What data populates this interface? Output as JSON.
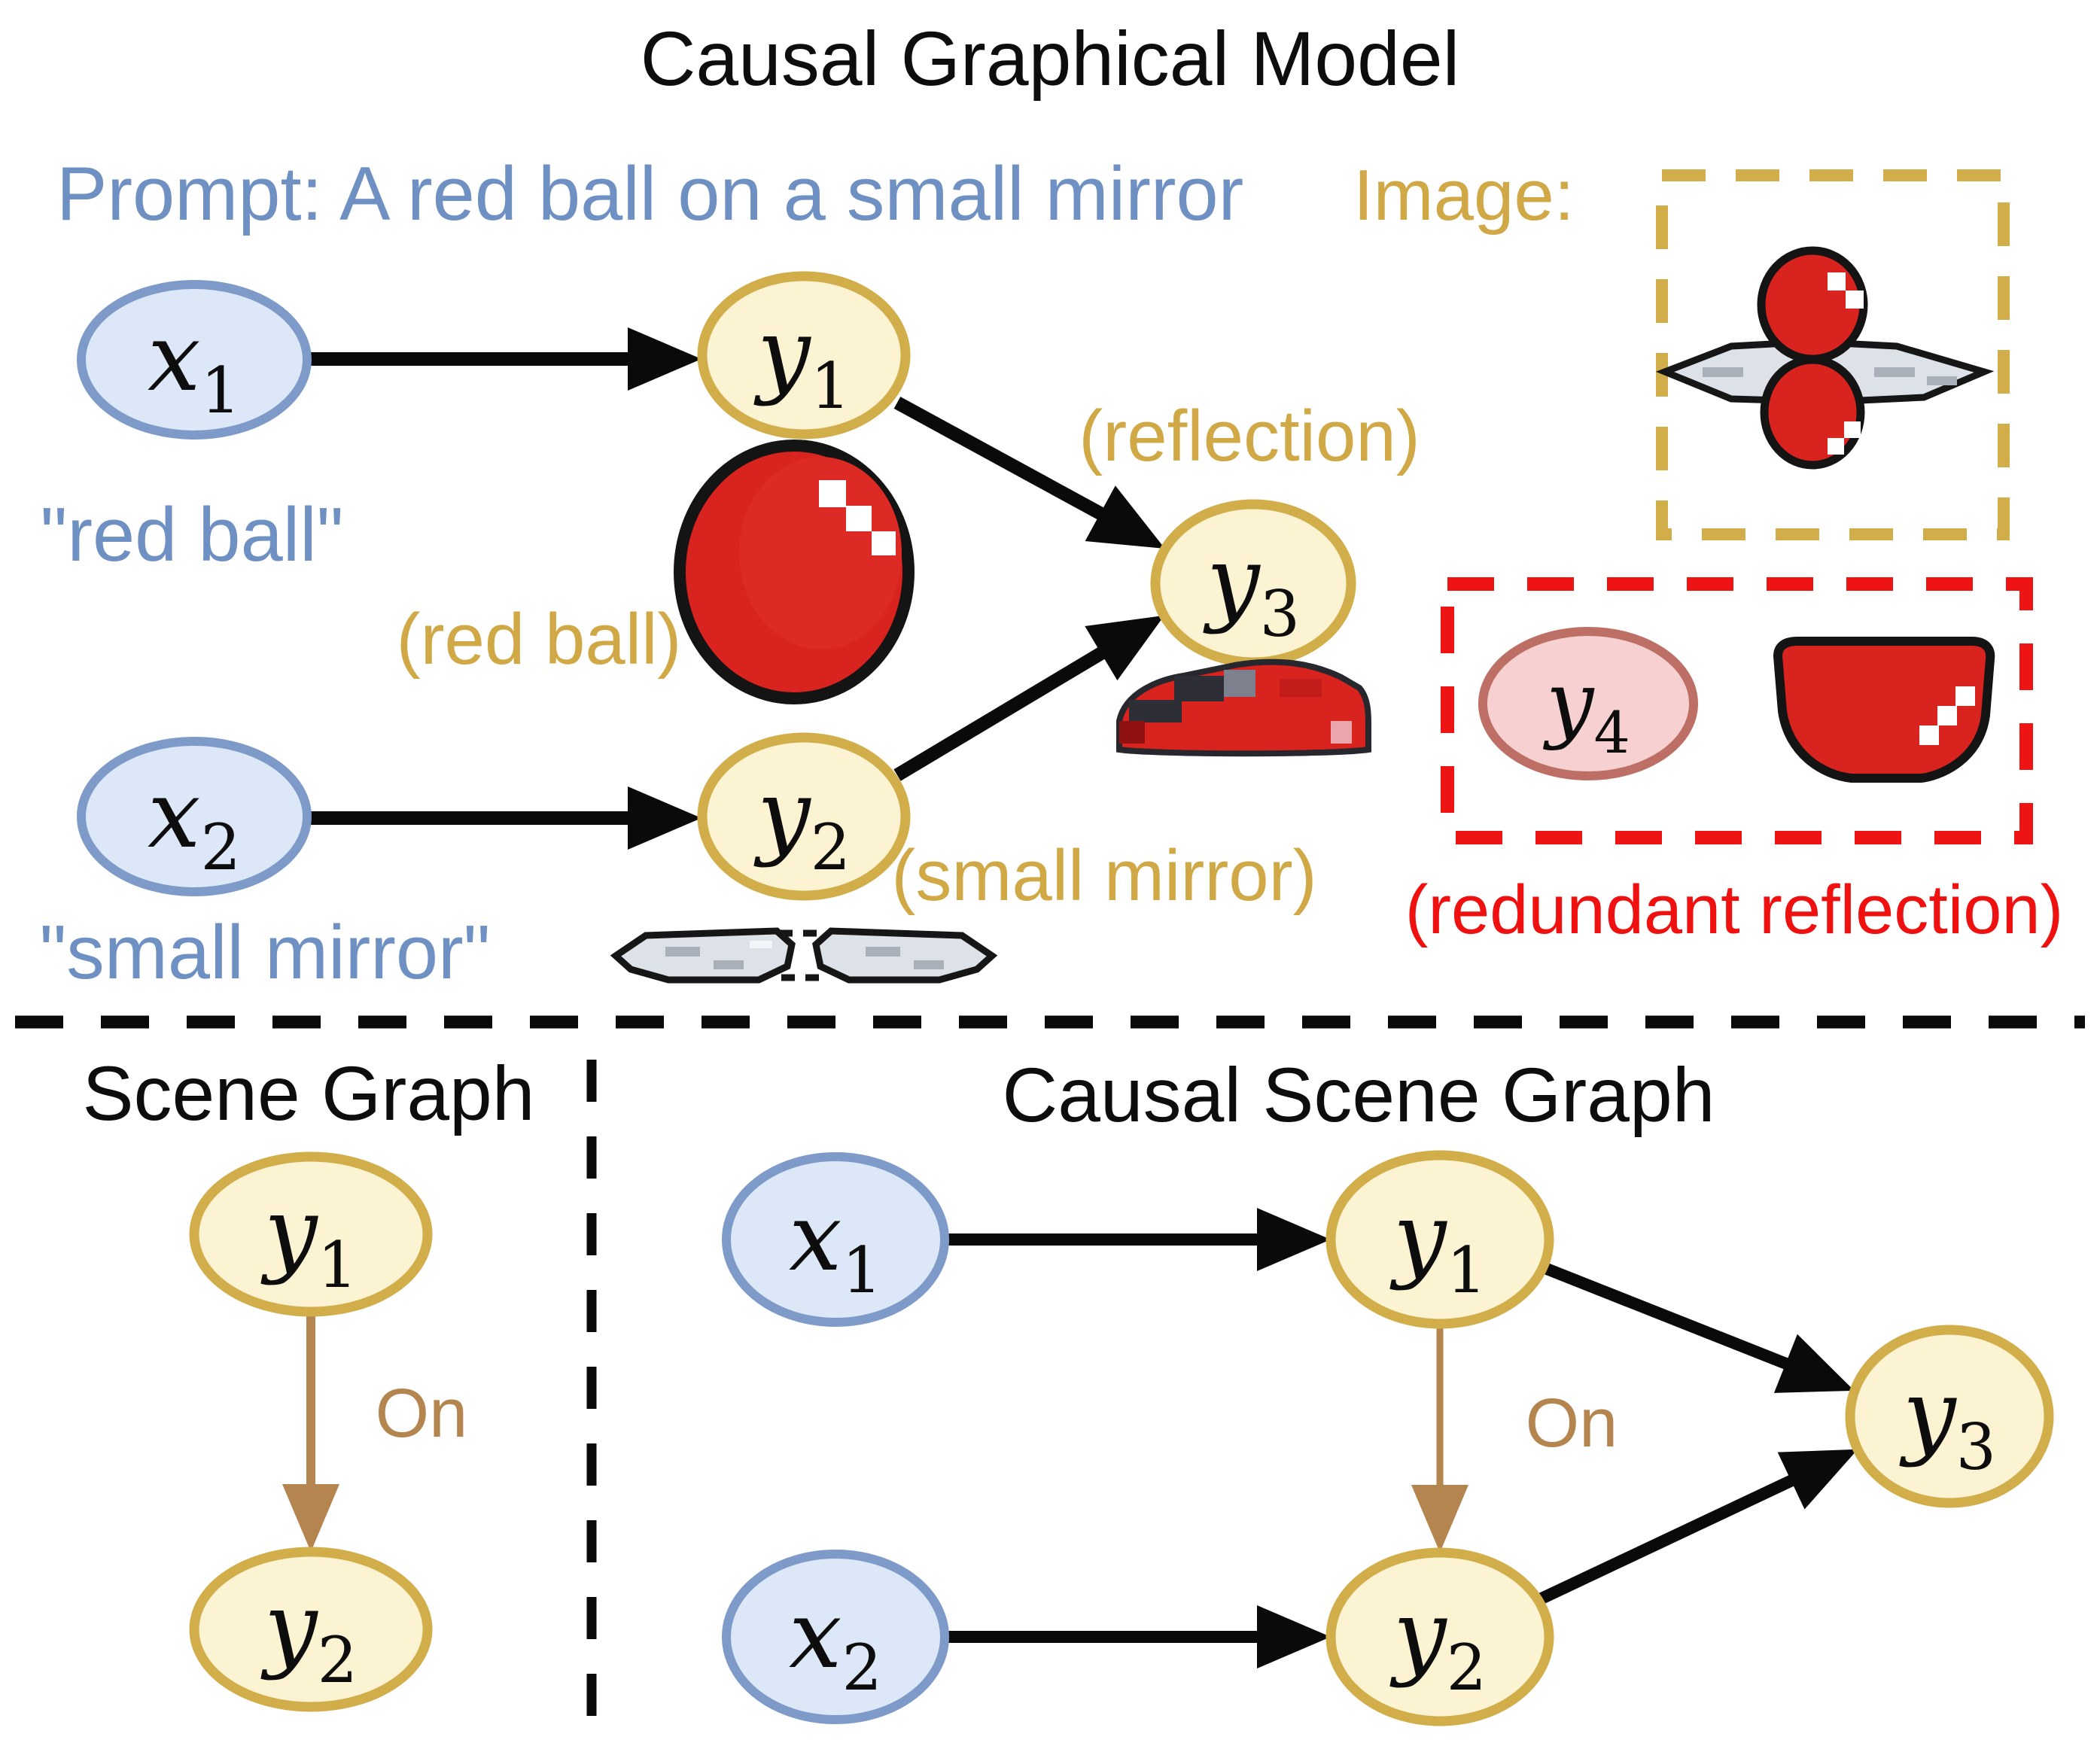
{
  "colors": {
    "background": "#ffffff",
    "text_black": "#0d0d0d",
    "prompt_blue": "#6f90c2",
    "gold": "#d0a845",
    "alert_red": "#ef1010",
    "relation_brown": "#b5854f",
    "node_blue_fill": "#dce8f8",
    "node_blue_stroke": "#7e9ac8",
    "node_yellow_fill": "#fcf3d2",
    "node_yellow_stroke": "#d2ae4a",
    "node_pink_fill": "#f7d1d1",
    "node_pink_stroke": "#bd6f65",
    "ball_red": "#d8231f",
    "mirror_gray": "#dde2e8"
  },
  "causal_graphical_model": {
    "title": "Causal Graphical Model",
    "prompt_label": "Prompt: A red ball on a small mirror",
    "image_label": "Image:",
    "nodes": {
      "x1": {
        "main": "x",
        "sub": "1"
      },
      "x2": {
        "main": "x",
        "sub": "2"
      },
      "y1": {
        "main": "y",
        "sub": "1"
      },
      "y2": {
        "main": "y",
        "sub": "2"
      },
      "y3": {
        "main": "y",
        "sub": "3"
      },
      "y4": {
        "main": "y",
        "sub": "4"
      }
    },
    "captions": {
      "x1": "\"red ball\"",
      "x2": "\"small mirror\"",
      "y1": "(red ball)",
      "y2": "(small mirror)",
      "y3": "(reflection)",
      "y4": "(redundant reflection)"
    }
  },
  "scene_graph": {
    "title": "Scene Graph",
    "edge_label": "On",
    "nodes": {
      "y1": {
        "main": "y",
        "sub": "1"
      },
      "y2": {
        "main": "y",
        "sub": "2"
      }
    }
  },
  "causal_scene_graph": {
    "title": "Causal Scene Graph",
    "edge_label": "On",
    "nodes": {
      "x1": {
        "main": "x",
        "sub": "1"
      },
      "x2": {
        "main": "x",
        "sub": "2"
      },
      "y1": {
        "main": "y",
        "sub": "1"
      },
      "y2": {
        "main": "y",
        "sub": "2"
      },
      "y3": {
        "main": "y",
        "sub": "3"
      }
    }
  }
}
